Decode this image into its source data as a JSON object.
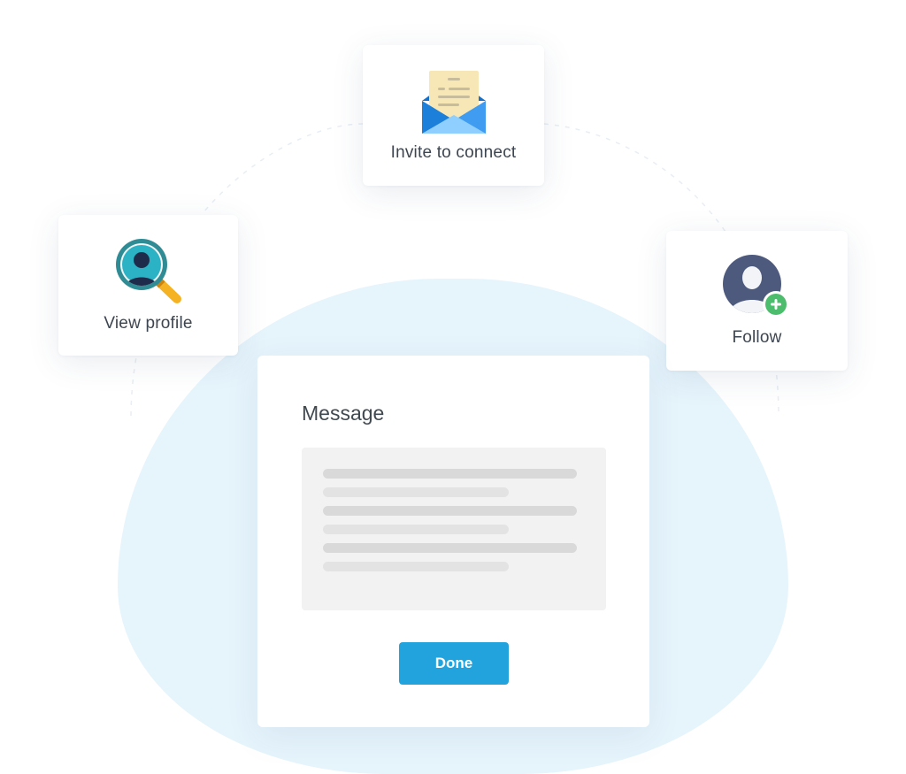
{
  "cards": {
    "invite": {
      "label": "Invite to connect",
      "icon": "envelope-letter-icon"
    },
    "view_profile": {
      "label": "View profile",
      "icon": "magnifier-profile-icon"
    },
    "follow": {
      "label": "Follow",
      "icon": "avatar-plus-icon"
    }
  },
  "message": {
    "title": "Message",
    "done_label": "Done"
  },
  "colors": {
    "accent": "#22a3dd",
    "background_blob": "#e6f4fc",
    "follow_plus": "#4cbd6c",
    "avatar": "#4d5a7e"
  }
}
